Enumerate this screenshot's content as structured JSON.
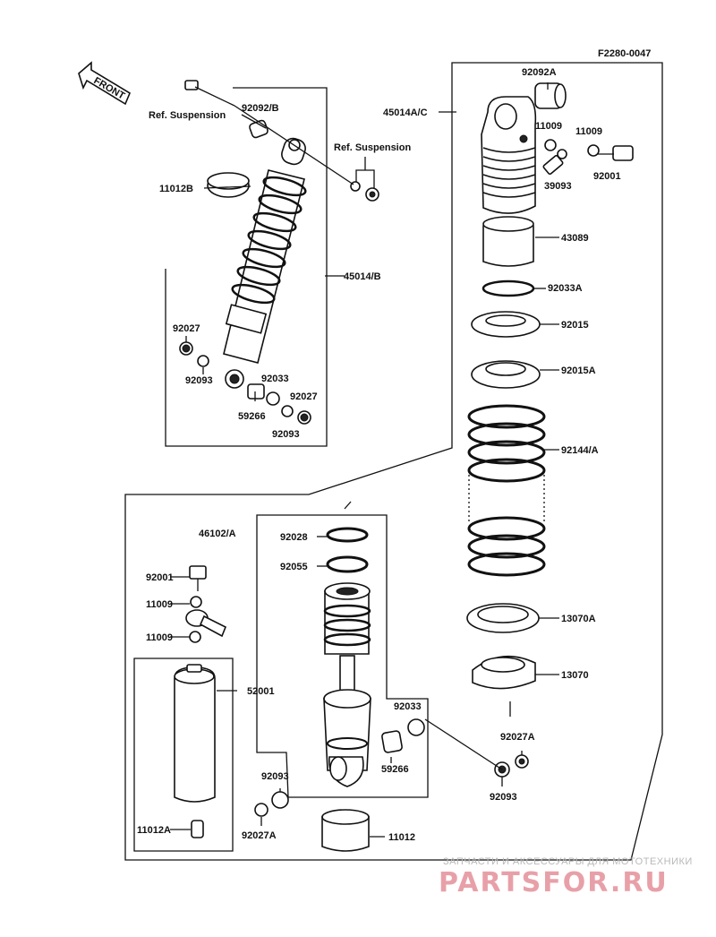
{
  "figure_code": "F2280-0047",
  "front_arrow": "FRONT",
  "labels": {
    "ref_suspension_1": "Ref. Suspension",
    "ref_suspension_2": "Ref. Suspension",
    "p92092B": "92092/B",
    "p11012B": "11012B",
    "p45014B": "45014/B",
    "p92027_a": "92027",
    "p92093_a": "92093",
    "p92033_a": "92033",
    "p59266_a": "59266",
    "p92027_b": "92027",
    "p92093_b": "92093",
    "p92092A": "92092A",
    "p45014AC": "45014A/C",
    "p11009_a": "11009",
    "p11009_b": "11009",
    "p39093": "39093",
    "p92001_a": "92001",
    "p43089": "43089",
    "p92033A": "92033A",
    "p92015": "92015",
    "p92015A": "92015A",
    "p92144A": "92144/A",
    "p13070A": "13070A",
    "p13070": "13070",
    "p92027A_a": "92027A",
    "p92093_c": "92093",
    "p46102A": "46102/A",
    "p92028": "92028",
    "p92055": "92055",
    "p92001_b": "92001",
    "p11009_c": "11009",
    "p11009_d": "11009",
    "p52001": "52001",
    "p11012A": "11012A",
    "p92033_b": "92033",
    "p59266_b": "59266",
    "p92093_d": "92093",
    "p92027A_b": "92027A",
    "p11012": "11012"
  },
  "watermark": {
    "line1": "ЗАПЧАСТИ И АКСЕССУАРЫ ДЛЯ МОТОТЕХНИКИ",
    "line2": "PARTSFOR.RU"
  }
}
